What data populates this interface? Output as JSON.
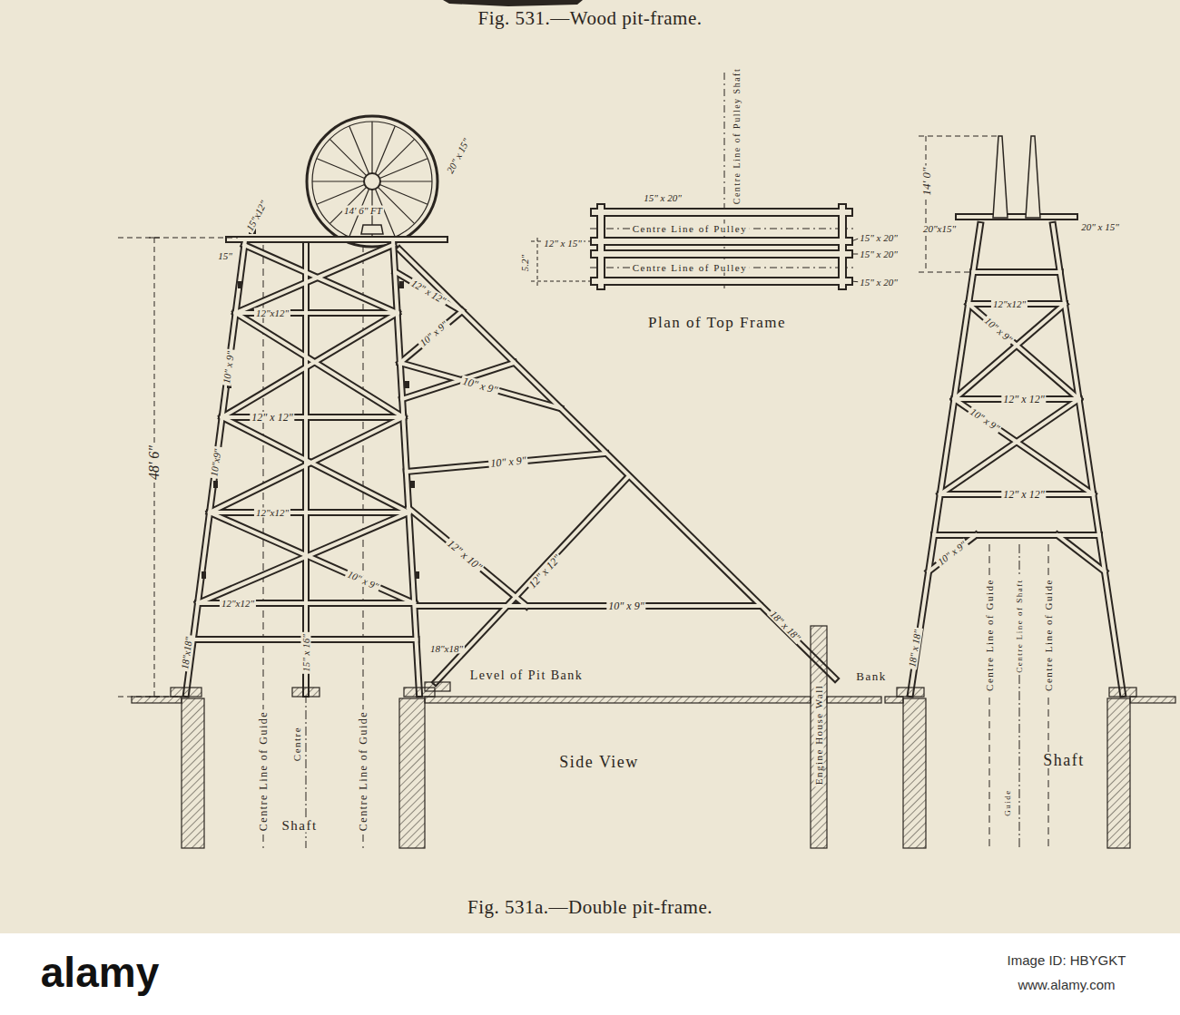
{
  "diagram": {
    "caption": "Fig. 531a.—Double pit-frame.",
    "labels": [
      "Fig. 531.—Wood pit-frame.",
      "14' 6\" FT",
      "15\"x12\"",
      "20\" x 15\"",
      "15\"",
      "48' 6\"",
      "12\"x12\"",
      "10\" x 9\"",
      "12\" x 12\"",
      "10\"x9\"",
      "12\"x12\"",
      "10\" x 9\"",
      "12\"x12\"",
      "15\" x 16\"",
      "18\"x18\"",
      "18\"x18\"",
      "12\" x 12\"",
      "10\" x 9\"",
      "10\" x 9\"",
      "10\" x 9\"",
      "12\" x 10\"",
      "12\" x 12\"",
      "10\" x 9\"",
      "18\" x 18\"",
      "Level of Pit Bank",
      "Engine House Wall",
      "Bank",
      "Centre Line of Guide",
      "Centre",
      "Centre Line of Guide",
      "Shaft",
      "Side View",
      "Centre Line of Pulley Shaft",
      "15\" x 20\"",
      "Centre Line of Pulley",
      "Centre Line of Pulley",
      "12\" x 15\"",
      "15\" x 20\"",
      "15\" x 20\"",
      "15\" x 20\"",
      "5.2\"",
      "Plan of Top Frame",
      "14' 0\"",
      "20\"x15\"",
      "20\" x 15\"",
      "12\"x12\"",
      "10\" x 9\"",
      "12\" x 12\"",
      "10\" x 9\"",
      "12\" x 12\"",
      "10\" x 9\"",
      "18\" x 18\"",
      "Centre Line of Guide",
      "Centre Line of Shaft",
      "Guide",
      "Centre Line of Guide",
      "Shaft",
      "alamy",
      "Image ID: HBYGKT",
      "www.alamy.com"
    ]
  }
}
